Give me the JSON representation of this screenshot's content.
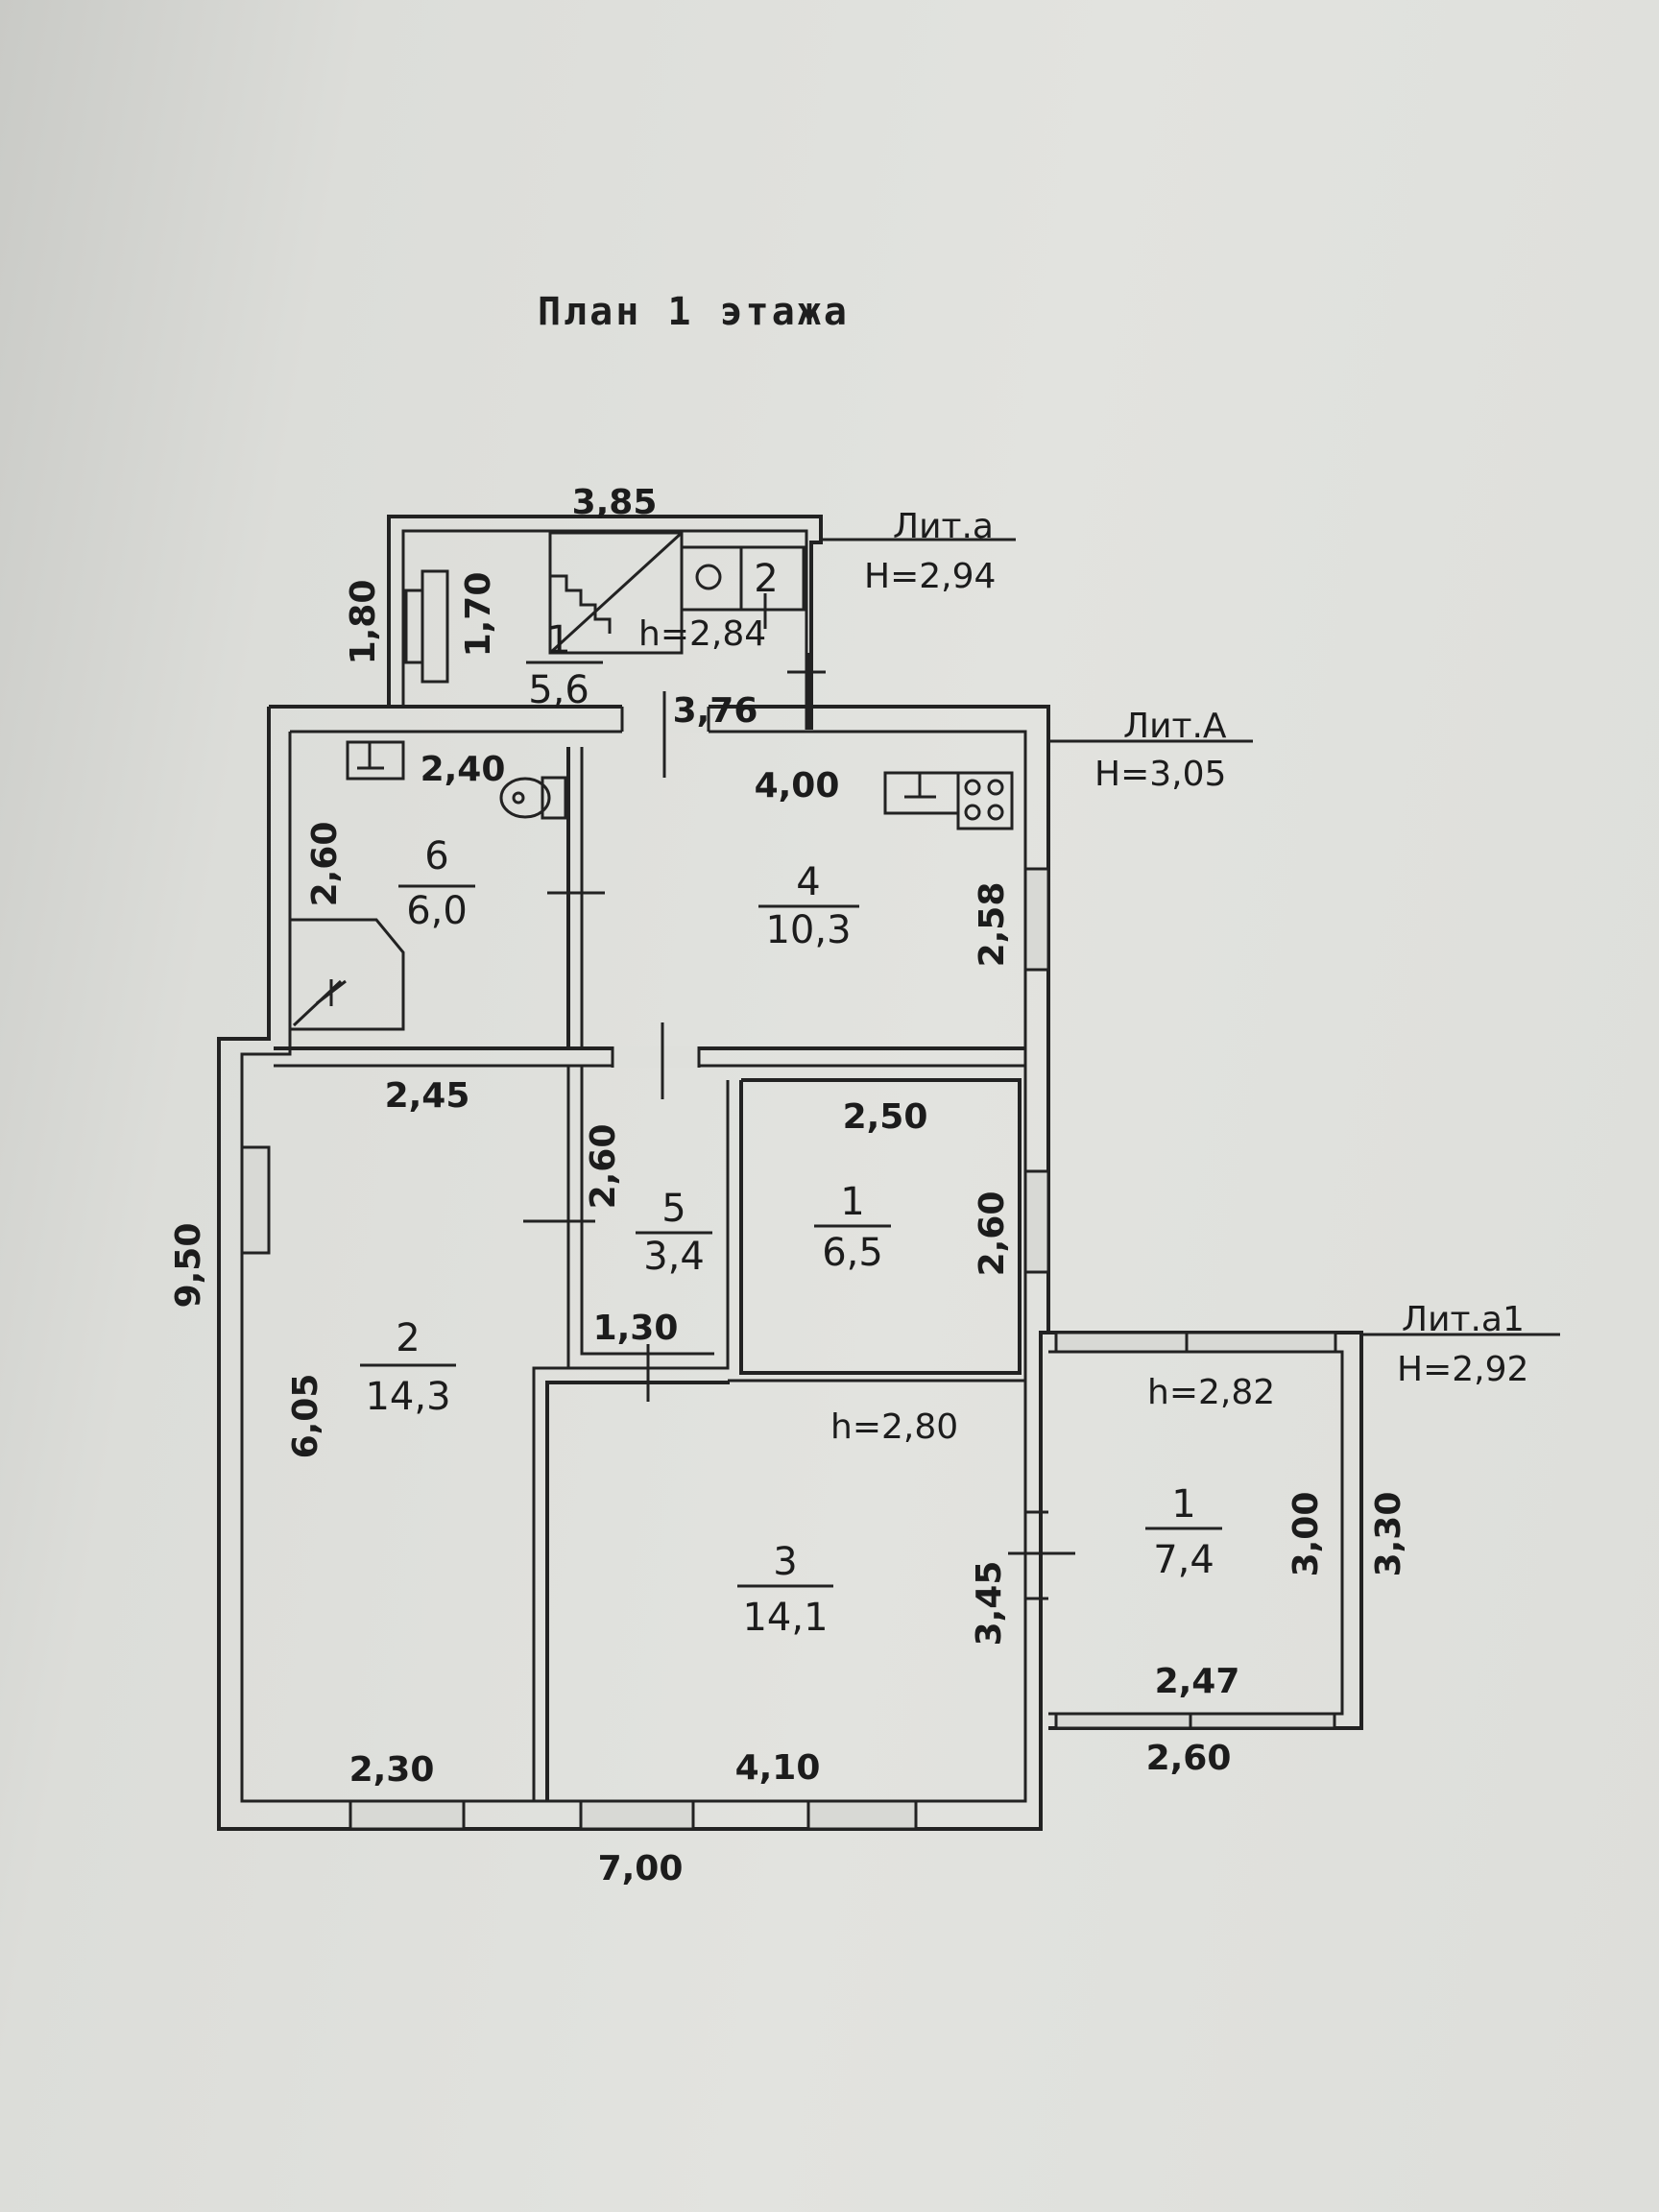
{
  "title": "План 1 этажа",
  "liters": [
    {
      "name": "Лит.а",
      "height": "H=2,94"
    },
    {
      "name": "Лит.А",
      "height": "H=3,05"
    },
    {
      "name": "Лит.а1",
      "height": "H=2,92"
    }
  ],
  "rooms": [
    {
      "number": "1",
      "area": "5,6"
    },
    {
      "number": "6",
      "area": "6,0"
    },
    {
      "number": "4",
      "area": "10,3"
    },
    {
      "number": "5",
      "area": "3,4"
    },
    {
      "number": "1",
      "area": "6,5"
    },
    {
      "number": "2",
      "area": "14,3"
    },
    {
      "number": "3",
      "area": "14,1"
    },
    {
      "number": "1",
      "area": "7,4"
    }
  ],
  "ceiling_heights": [
    "h=2,84",
    "h=2,80",
    "h=2,82"
  ],
  "dimensions": {
    "d385": "3,85",
    "d180": "1,80",
    "d170": "1,70",
    "d376": "3,76",
    "d240": "2,40",
    "d400": "4,00",
    "d260_bath": "2,60",
    "d258": "2,58",
    "d245": "2,45",
    "d260_corr": "2,60",
    "d250": "2,50",
    "d260_room1": "2,60",
    "d130": "1,30",
    "d950": "9,50",
    "d605": "6,05",
    "d345": "3,45",
    "d300": "3,00",
    "d330": "3,30",
    "d247": "2,47",
    "d260_ext": "2,60",
    "d230": "2,30",
    "d410": "4,10",
    "d700": "7,00"
  },
  "fixtures": {
    "toilet_label": "2",
    "boiler_symbol": "O"
  }
}
